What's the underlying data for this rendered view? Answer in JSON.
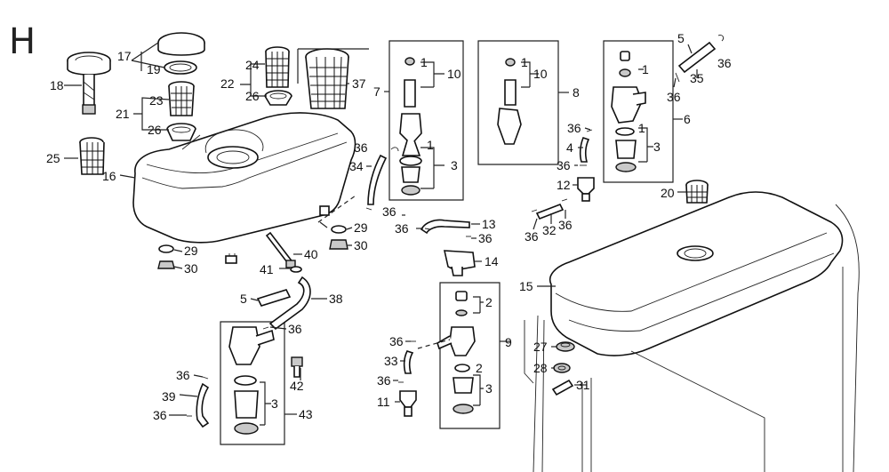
{
  "section_letter": "H",
  "callouts": {
    "n17": "17",
    "n19": "19",
    "n18": "18",
    "n21": "21",
    "n23": "23",
    "n26a": "26",
    "n22": "22",
    "n24": "24",
    "n26b": "26",
    "n37": "37",
    "n25": "25",
    "n16": "16",
    "n7": "7",
    "n1a": "1",
    "n10a": "10",
    "n36a": "36",
    "n34": "34",
    "n1b": "1",
    "n3a": "3",
    "n36b": "36",
    "n29a": "29",
    "n30a": "30",
    "n29b": "29",
    "n30b": "30",
    "n40": "40",
    "n41": "41",
    "n5a": "5",
    "n38": "38",
    "n36c": "36",
    "n42": "42",
    "n36d": "36",
    "n39": "39",
    "n3b": "3",
    "n36e": "36",
    "n43": "43",
    "n36f": "36",
    "n13": "13",
    "n36g": "36",
    "n14": "14",
    "n1c": "1",
    "n10b": "10",
    "n8": "8",
    "n36h": "36",
    "n4": "4",
    "n36i": "36",
    "n12": "12",
    "n36j": "36",
    "n32": "32",
    "n36k": "36",
    "n5b": "5",
    "n36l": "36",
    "n1d": "1",
    "n35": "35",
    "n36m": "36",
    "n6": "6",
    "n1e": "1",
    "n3c": "3",
    "n20": "20",
    "n15": "15",
    "n2a": "2",
    "n9": "9",
    "n36n": "36",
    "n33": "33",
    "n2b": "2",
    "n36o": "36",
    "n3d": "3",
    "n11": "11",
    "n27": "27",
    "n28": "28",
    "n31": "31"
  }
}
